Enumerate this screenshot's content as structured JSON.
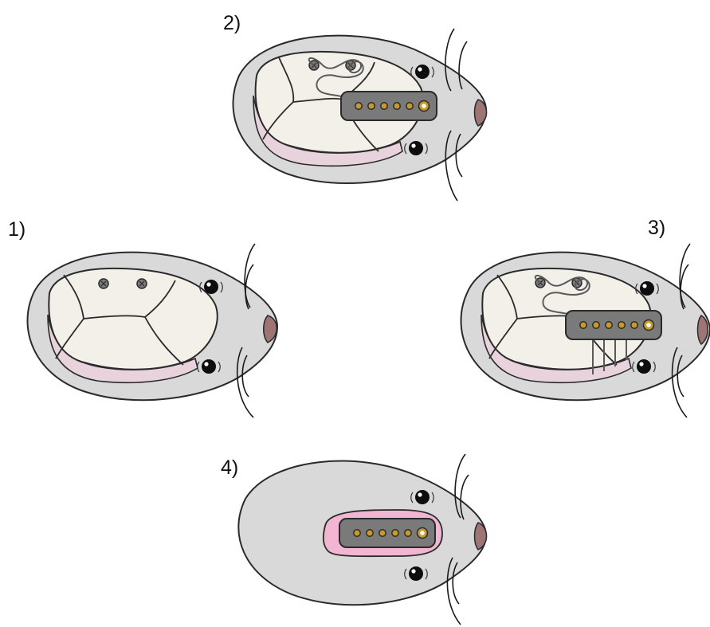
{
  "steps": [
    {
      "label": "1)"
    },
    {
      "label": "2)"
    },
    {
      "label": "3)"
    },
    {
      "label": "4)"
    }
  ],
  "colors": {
    "body": "#d9d9d9",
    "outline": "#2a2a2a",
    "skull": "#f3efe9",
    "skin_edge": "#e8d2dc",
    "nose": "#9c7574",
    "connector": "#7a7a7a",
    "pin": "#c89a2a",
    "pin_center": "#ffffff",
    "cement": "#f2b6d2",
    "eye": "#0d0d0d"
  },
  "icons": [
    "mouse-body",
    "skull-plates",
    "screw",
    "ground-wire",
    "connector-6-pin",
    "eye",
    "nose",
    "whisker"
  ]
}
